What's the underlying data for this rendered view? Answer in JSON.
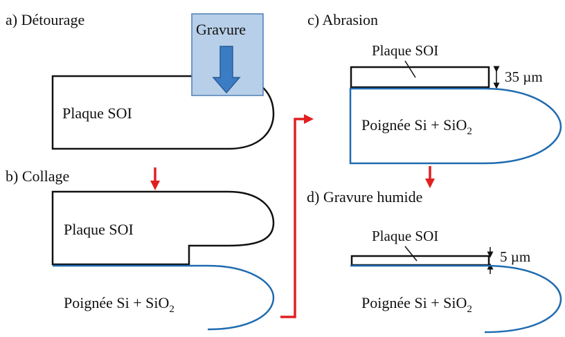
{
  "colors": {
    "outline_black": "#111111",
    "outline_blue": "#1f6bb0",
    "arrow_red": "#e02020",
    "etch_box_fill": "#b7cfe8",
    "etch_box_stroke": "#4f7fb5",
    "etch_arrow_fill": "#3b7cc4",
    "etch_arrow_stroke": "#2a5c96"
  },
  "steps": {
    "a": {
      "title": "a) Détourage",
      "wafer_label": "Plaque SOI",
      "etch_label": "Gravure"
    },
    "b": {
      "title": "b) Collage",
      "wafer_label": "Plaque SOI",
      "handle_label_main": "Poignée Si + SiO",
      "handle_label_sub": "2"
    },
    "c": {
      "title": "c) Abrasion",
      "wafer_label": "Plaque SOI",
      "thickness": "35 µm",
      "handle_label_main": "Poignée Si + SiO",
      "handle_label_sub": "2"
    },
    "d": {
      "title": "d) Gravure humide",
      "wafer_label": "Plaque SOI",
      "thickness": "5 µm",
      "handle_label_main": "Poignée Si + SiO",
      "handle_label_sub": "2"
    }
  }
}
